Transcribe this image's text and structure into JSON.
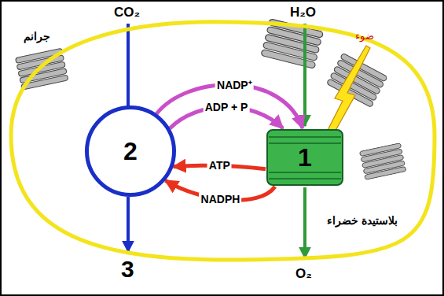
{
  "diagram": {
    "nodes": [
      {
        "text": [
          "بلاستيدة خضراء"
        ]
      },
      {
        "text": [
          "2"
        ],
        "in": 0
      },
      {
        "text": [
          "1"
        ],
        "in": 0
      }
    ],
    "edges": [
      {
        "from": 1,
        "to": 2,
        "label": "NADP⁺",
        "arrow": "to"
      },
      {
        "from": 1,
        "to": 2,
        "label": "ADP + P",
        "arrow": "to"
      },
      {
        "from": 2,
        "to": 1,
        "label": "ATP",
        "arrow": "to"
      },
      {
        "from": 2,
        "to": 1,
        "label": "NADPH",
        "arrow": "to"
      }
    ],
    "labels": [
      "CO₂",
      "H₂O",
      "O₂",
      "3",
      "ضوء",
      "جرانم"
    ]
  }
}
